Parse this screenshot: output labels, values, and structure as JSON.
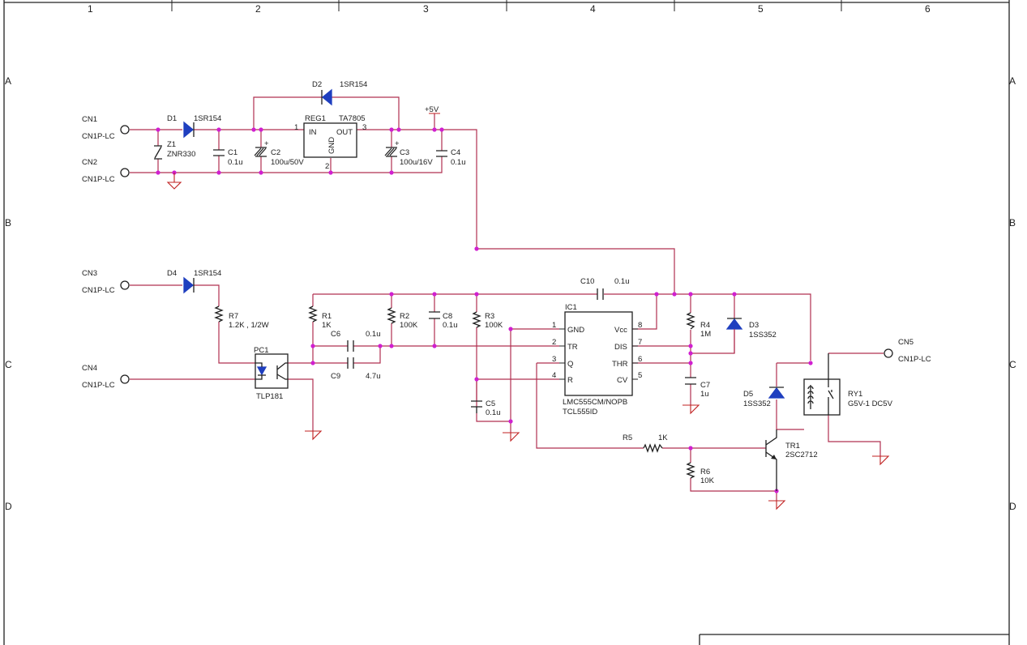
{
  "frame": {
    "columns": [
      "1",
      "2",
      "3",
      "4",
      "5",
      "6"
    ],
    "rows": [
      "A",
      "B",
      "C",
      "D"
    ]
  },
  "colors": {
    "wire": "#b03050",
    "junction": "#d020d0",
    "diode": "#1f3fbf",
    "ground": "#c02020",
    "symbol": "#202020"
  },
  "power": {
    "vcc_label": "+5V"
  },
  "connectors": [
    {
      "ref": "CN1",
      "part": "CN1P-LC"
    },
    {
      "ref": "CN2",
      "part": "CN1P-LC"
    },
    {
      "ref": "CN3",
      "part": "CN1P-LC"
    },
    {
      "ref": "CN4",
      "part": "CN1P-LC"
    },
    {
      "ref": "CN5",
      "part": "CN1P-LC"
    }
  ],
  "regulator": {
    "ref": "REG1",
    "part": "TA7805",
    "pin_in": "IN",
    "pin_out": "OUT",
    "pin_gnd": "GND",
    "num_in": "1",
    "num_out": "3",
    "num_gnd": "2"
  },
  "diodes": {
    "d1": {
      "ref": "D1",
      "part": "1SR154"
    },
    "d2": {
      "ref": "D2",
      "part": "1SR154"
    },
    "d3": {
      "ref": "D3",
      "part": "1SS352"
    },
    "d4": {
      "ref": "D4",
      "part": "1SR154"
    },
    "d5": {
      "ref": "D5",
      "part": "1SS352"
    },
    "z1": {
      "ref": "Z1",
      "part": "ZNR330"
    }
  },
  "capacitors": {
    "c1": {
      "ref": "C1",
      "value": "0.1u"
    },
    "c2": {
      "ref": "C2",
      "value": "100u/50V"
    },
    "c3": {
      "ref": "C3",
      "value": "100u/16V"
    },
    "c4": {
      "ref": "C4",
      "value": "0.1u"
    },
    "c5": {
      "ref": "C5",
      "value": "0.1u"
    },
    "c6": {
      "ref": "C6",
      "value": "0.1u"
    },
    "c7": {
      "ref": "C7",
      "value": "1u"
    },
    "c8": {
      "ref": "C8",
      "value": "0.1u"
    },
    "c9": {
      "ref": "C9",
      "value": "4.7u"
    },
    "c10": {
      "ref": "C10",
      "value": "0.1u"
    }
  },
  "resistors": {
    "r1": {
      "ref": "R1",
      "value": "1K"
    },
    "r2": {
      "ref": "R2",
      "value": "100K"
    },
    "r3": {
      "ref": "R3",
      "value": "100K"
    },
    "r4": {
      "ref": "R4",
      "value": "1M"
    },
    "r5": {
      "ref": "R5",
      "value": "1K"
    },
    "r6": {
      "ref": "R6",
      "value": "10K"
    },
    "r7": {
      "ref": "R7",
      "value": "1.2K , 1/2W"
    }
  },
  "optocoupler": {
    "ref": "PC1",
    "part": "TLP181"
  },
  "timer": {
    "ref": "IC1",
    "part": "LMC555CM/NOPB",
    "part_alt": "TCL555ID",
    "pins_left": [
      {
        "num": "1",
        "name": "GND"
      },
      {
        "num": "2",
        "name": "TR"
      },
      {
        "num": "3",
        "name": "Q"
      },
      {
        "num": "4",
        "name": "R"
      }
    ],
    "pins_right": [
      {
        "num": "8",
        "name": "Vcc"
      },
      {
        "num": "7",
        "name": "DIS"
      },
      {
        "num": "6",
        "name": "THR"
      },
      {
        "num": "5",
        "name": "CV"
      }
    ]
  },
  "transistor": {
    "ref": "TR1",
    "part": "2SC2712"
  },
  "relay": {
    "ref": "RY1",
    "part": "G5V-1 DC5V"
  }
}
